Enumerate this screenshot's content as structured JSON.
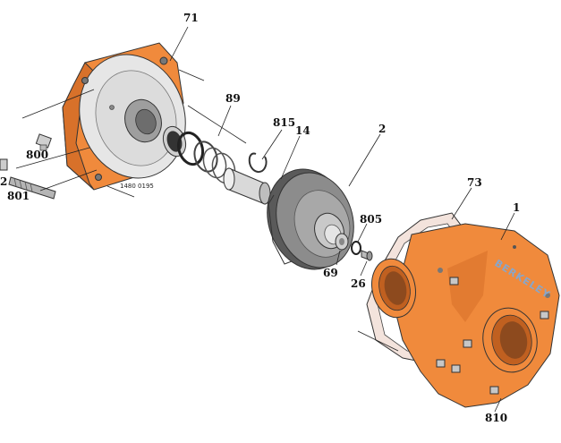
{
  "callouts": {
    "c71": "71",
    "c89": "89",
    "c815": "815",
    "c14": "14",
    "c2": "2",
    "c73": "73",
    "c1": "1",
    "c805": "805",
    "c69": "69",
    "c26": "26",
    "c800": "800",
    "c801": "801",
    "c2_left": "2",
    "c810": "810"
  },
  "drawing_number": "1480 0195",
  "brand_text": "BERKELEY",
  "colors": {
    "orange": "#f08a3c",
    "orange_dark": "#d8712a",
    "gray_light": "#e6e6e6",
    "gray_mid": "#bdbdbd",
    "gray_dark": "#5a5a5a",
    "brand_blue": "#8aa6c8"
  }
}
